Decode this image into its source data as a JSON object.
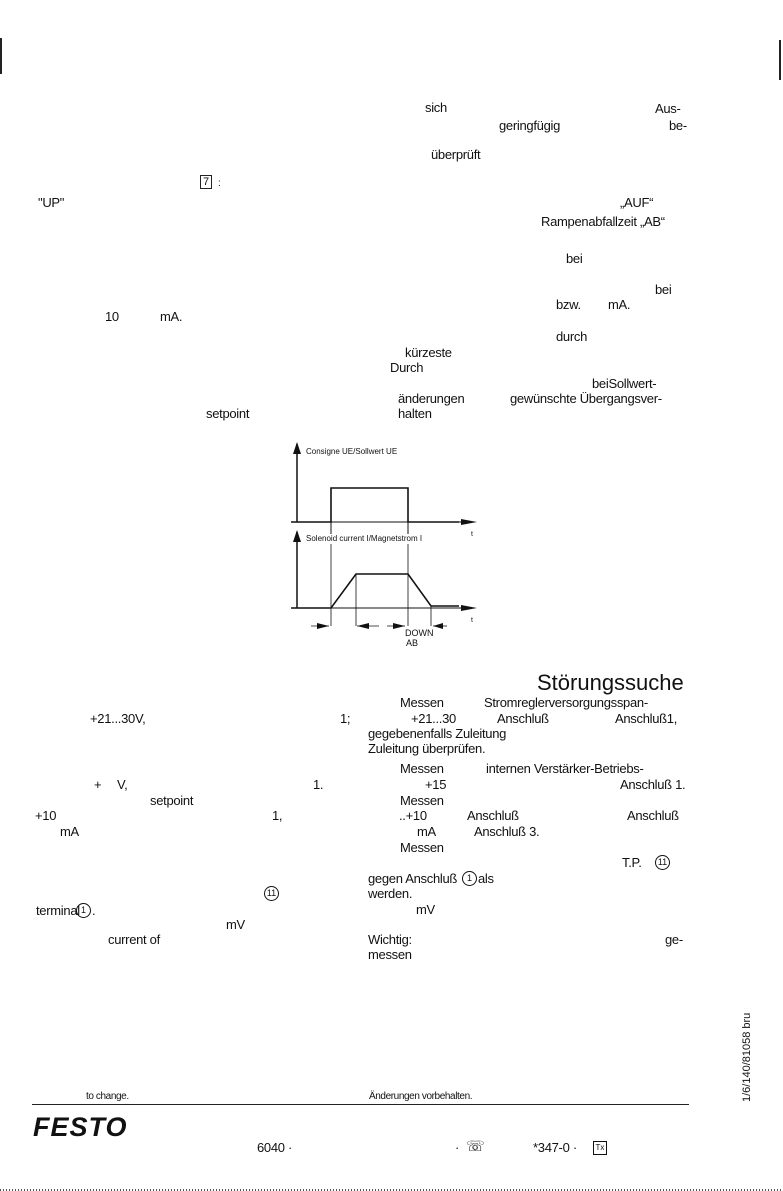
{
  "text_fragments": {
    "f01": "sich",
    "f02": "Aus-",
    "f03": "geringfügig",
    "f04": "be-",
    "f05": "überprüft",
    "f06": "\"UP\"",
    "f07": "„AUF“",
    "f08": "Rampenabfallzeit „AB“",
    "f09": "bei",
    "f10": "bei",
    "f11": "10",
    "f12": "mA.",
    "f13": "bzw.",
    "f14": "mA.",
    "f15": "durch",
    "f16": "kürzeste",
    "f17": "Durch",
    "f18": "beiSollwert-",
    "f19": "setpoint",
    "f20": "änderungen",
    "f21": "gewünschte Übergangsver-",
    "f22": "halten",
    "f23": "+21...30V,",
    "f24": "1;",
    "f25": "Messen",
    "f26": "Stromreglerversorgungsspan-",
    "f27": "+21...30",
    "f28": "Anschluß",
    "f29": "Anschluß1,",
    "f30": "gegebenenfalls Zuleitung",
    "f31": "Zuleitung überprüfen.",
    "f32": "+",
    "f33": "V,",
    "f34": "1.",
    "f35": "Messen",
    "f36": "internen Verstärker-Betriebs-",
    "f37": "+15",
    "f38": "Anschluß 1.",
    "f39": "setpoint",
    "f40": "Messen",
    "f41": "+10",
    "f42": "1,",
    "f43": "..+10",
    "f44": "Anschluß",
    "f45": "Anschluß",
    "f46": "mA",
    "f47": "mA",
    "f48": "Anschluß 3.",
    "f49": "Messen",
    "f50": "T.P.",
    "f51": "gegen Anschluß",
    "f52": "als",
    "f53": "werden.",
    "f54": "terminal",
    "f55": ".",
    "f56": "mV",
    "f57": "mV",
    "f58": "current of",
    "f59": "Wichtig:",
    "f60": "ge-",
    "f61": "messen",
    "f62": "to change.",
    "f63": "Änderungen vorbehalten.",
    "f64": "6040 ·",
    "f65": "·",
    "f66": "*347-0 ·"
  },
  "heading": "Störungssuche",
  "box_ref": "7",
  "box_colon": ":",
  "circled": {
    "c11a": "11",
    "c1a": "1",
    "c11b": "11",
    "c1b": "1"
  },
  "diagram": {
    "setpoint_label": "Consigne UE/Sollwert UE",
    "current_label": "Solenoid current I/Magnetstrom I",
    "t_axis_1": "t",
    "t_axis_2": "t",
    "down_label": "DOWN",
    "ab_label": "AB"
  },
  "margin_code": "1/6/140/81058 bru",
  "logo": "FESTO",
  "phone_icon": "telephone-icon",
  "telex_icon": "telex-icon",
  "telex_glyph": "Tx",
  "phone_glyph": "☏"
}
